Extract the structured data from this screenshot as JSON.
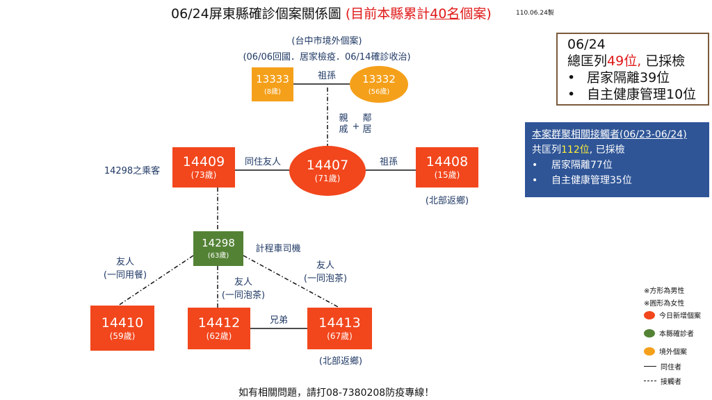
{
  "title": {
    "main": "06/24屏東縣確診個案關係圖",
    "paren_open": "(目前本縣累計",
    "count": "40名",
    "paren_close": "個案)",
    "made": "110.06.24製"
  },
  "header_note": {
    "line1": "(台中市境外個案)",
    "line2": "(06/06回國．居家檢疫．06/14確診收治)"
  },
  "nodes": {
    "n13333": {
      "id": "13333",
      "age": "(8歲)"
    },
    "n13332": {
      "id": "13332",
      "age": "(56歲)"
    },
    "n14409": {
      "id": "14409",
      "age": "(73歲)"
    },
    "n14407": {
      "id": "14407",
      "age": "(71歲)"
    },
    "n14408": {
      "id": "14408",
      "age": "(15歲)"
    },
    "n14298": {
      "id": "14298",
      "age": "(63歲)"
    },
    "n14410": {
      "id": "14410",
      "age": "(59歲)"
    },
    "n14412": {
      "id": "14412",
      "age": "(62歲)"
    },
    "n14413": {
      "id": "14413",
      "age": "(67歲)"
    }
  },
  "labels": {
    "grand_top": "祖孫",
    "relative": "親\n戚",
    "plus": "+",
    "neighbor": "鄰\n居",
    "passenger": "14298之乘客",
    "roommate": "同住友人",
    "grand_right": "祖孫",
    "returned1": "(北部返鄉)",
    "driver": "計程車司機",
    "friend_meal": "友人\n(一同用餐)",
    "friend_tea_mid": "友人\n(一同泡茶)",
    "friend_tea_right": "友人\n(一同泡茶)",
    "brothers": "兄弟",
    "returned2": "(北部返鄉)"
  },
  "summary": {
    "date": "06/24",
    "total_prefix": "總匡列",
    "total": "49位,",
    "total_suffix": " 已採檢",
    "home": "居家隔離39位",
    "self": "自主健康管理10位"
  },
  "cluster": {
    "heading": "本案群聚相關接觸者(06/23-06/24)",
    "total_prefix": "共匡列",
    "total": "112位",
    "total_suffix": ", 已採檢",
    "home": "居家隔離77位",
    "self": "自主健康管理35位",
    "bullet": "•"
  },
  "legend": {
    "square": "※方形為男性",
    "circle": "※圓形為女性",
    "new": "今日新增個案",
    "local": "本縣確診者",
    "imported": "境外個案",
    "cohabit": "同住者",
    "contact": "接觸者"
  },
  "colors": {
    "new": "#f2461c",
    "local": "#548235",
    "imported": "#f5a01a",
    "cluster_bg": "#2f5597"
  },
  "footer": "如有相關問題，請打08-7380208防疫專線！"
}
